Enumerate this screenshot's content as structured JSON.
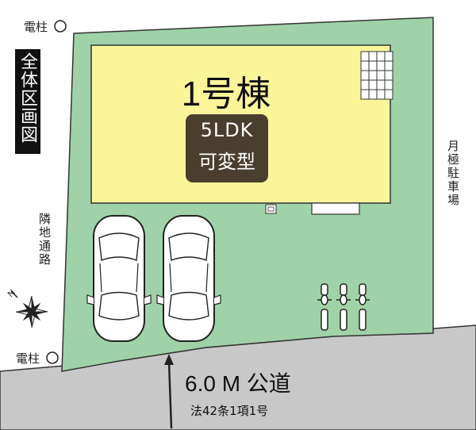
{
  "site": {
    "pole_top": "電柱",
    "pole_bottom": "電柱",
    "overall_plan_label": "全体区画図",
    "neighbor_path": "隣地通路",
    "parking": "月極駐車場"
  },
  "building": {
    "name": "1号棟",
    "layout": "5LDK",
    "variant": "可変型"
  },
  "road": {
    "width_label": "6.0 M 公道",
    "law_label": "法42条1項1号"
  },
  "colors": {
    "lot": "#9fd2a8",
    "house": "#fbf59a",
    "badge": "#4a3e2e",
    "road": "#c8c8c8",
    "outline": "#333333"
  }
}
